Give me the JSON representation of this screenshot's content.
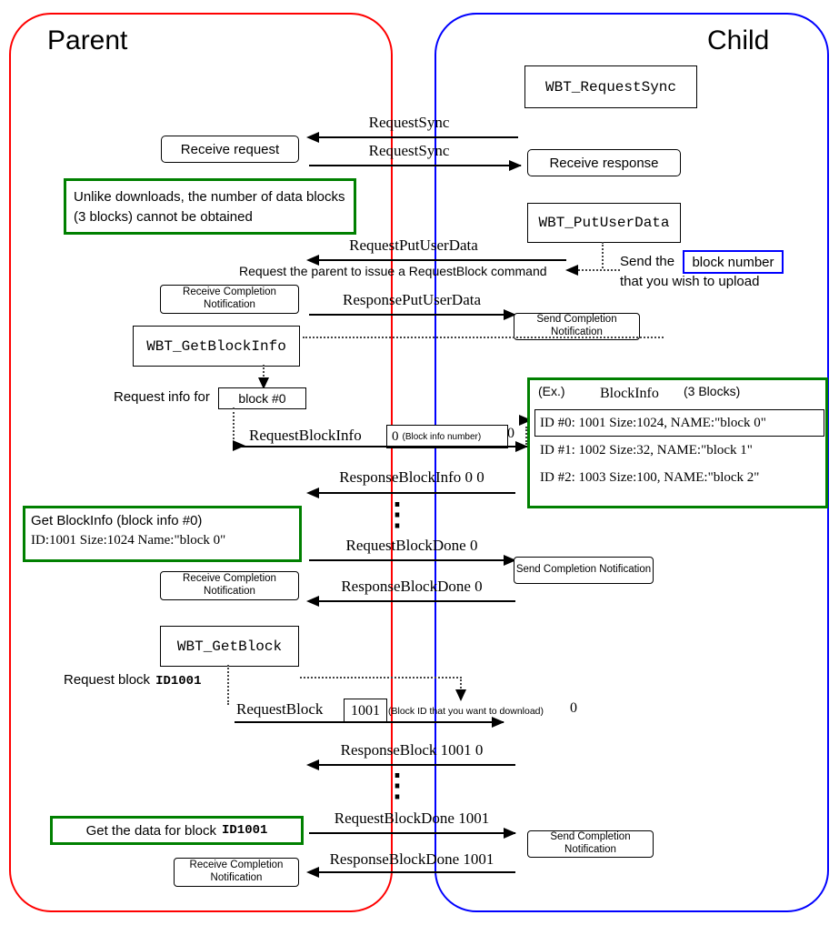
{
  "lanes": {
    "parent_label": "Parent",
    "child_label": "Child"
  },
  "colors": {
    "parent_border": "#ff0000",
    "child_border": "#0000ff",
    "note_border": "#008000",
    "param_box_border": "#0000ff"
  },
  "process_boxes": {
    "request_sync": "WBT_RequestSync",
    "put_user_data": "WBT_PutUserData",
    "get_block_info": "WBT_GetBlockInfo",
    "get_block": "WBT_GetBlock"
  },
  "action_boxes": {
    "receive_request": "Receive request",
    "receive_response": "Receive response",
    "receive_completion": "Receive Completion Notification",
    "send_completion": "Send Completion Notification"
  },
  "messages": {
    "request_sync_to_parent": "RequestSync",
    "request_sync_to_child": "RequestSync",
    "request_put_user_data": "RequestPutUserData",
    "response_put_user_data": "ResponsePutUserData",
    "request_block_info": {
      "label": "RequestBlockInfo",
      "boxed_param": "0",
      "param_note": "(Block info number)",
      "trailing_param": "0"
    },
    "response_block_info": "ResponseBlockInfo 0 0",
    "request_block_done_0": "RequestBlockDone 0",
    "response_block_done_0": "ResponseBlockDone 0",
    "request_block": {
      "label": "RequestBlock",
      "boxed_param": "1001",
      "param_note": "(Block ID that you want to download)",
      "trailing_param": "0"
    },
    "response_block": "ResponseBlock 1001 0",
    "request_block_done_1001": "RequestBlockDone 1001",
    "response_block_done_1001": "ResponseBlockDone 1001"
  },
  "notes": {
    "unlike_downloads": "Unlike downloads, the number of data blocks (3 blocks) cannot be obtained",
    "request_parent_issue": "Request the parent to issue a RequestBlock command",
    "send_the": "Send the",
    "block_number": "block number",
    "wish_to_upload": "that you wish to upload",
    "request_info_for": "Request info for",
    "block_0": "block #0",
    "get_block_info_title": "Get BlockInfo (block info #0)",
    "get_block_info_detail": "ID:1001 Size:1024 Name:\"block 0\"",
    "request_block_prefix": "Request block",
    "request_block_id": "ID1001",
    "get_data_prefix": "Get the data for block",
    "get_data_id": "ID1001",
    "ellipsis": "⋮"
  },
  "block_info_example": {
    "ex_label": "(Ex.)",
    "title": "BlockInfo",
    "count_label": "(3 Blocks)",
    "rows": [
      "ID #0:  1001 Size:1024, NAME:\"block 0\"",
      "ID #1:  1002 Size:32, NAME:\"block 1\"",
      "ID #2:  1003 Size:100, NAME:\"block 2\""
    ]
  }
}
